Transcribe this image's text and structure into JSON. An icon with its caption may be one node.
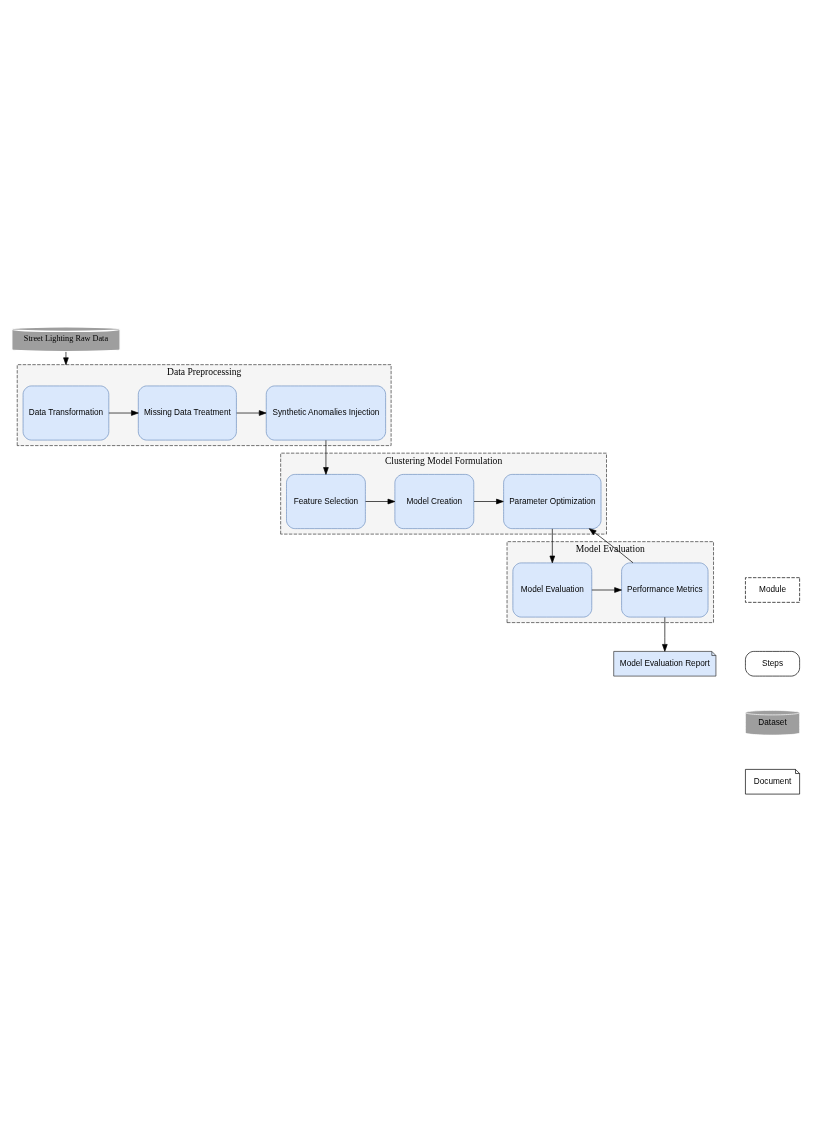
{
  "diagram": {
    "nodes": [
      {
        "text": [
          "Street Lighting Raw Data"
        ]
      },
      {
        "text": [
          "Data Preprocessing"
        ]
      },
      {
        "text": [
          "Data Transformation"
        ],
        "in": 1
      },
      {
        "text": [
          "Missing Data Treatment"
        ],
        "in": 1
      },
      {
        "text": [
          "Synthetic Anomalies Injection"
        ],
        "in": 1
      },
      {
        "text": [
          "Clustering Model Formulation"
        ]
      },
      {
        "text": [
          "Feature Selection"
        ],
        "in": 5
      },
      {
        "text": [
          "Model Creation"
        ],
        "in": 5
      },
      {
        "text": [
          "Parameter Optimization"
        ],
        "in": 5
      },
      {
        "text": [
          "Model Evaluation"
        ]
      },
      {
        "text": [
          "Model Evaluation"
        ],
        "in": 9
      },
      {
        "text": [
          "Performance Metrics"
        ],
        "in": 9
      },
      {
        "text": [
          "Model Evaluation Report"
        ]
      }
    ],
    "edges": [
      {
        "from": 0,
        "to": 1,
        "arrow": "to"
      },
      {
        "from": 2,
        "to": 3,
        "arrow": "to"
      },
      {
        "from": 3,
        "to": 4,
        "arrow": "to"
      },
      {
        "from": 4,
        "to": 6,
        "arrow": "to"
      },
      {
        "from": 6,
        "to": 7,
        "arrow": "to"
      },
      {
        "from": 7,
        "to": 8,
        "arrow": "to"
      },
      {
        "from": 8,
        "to": 10,
        "arrow": "to"
      },
      {
        "from": 10,
        "to": 11,
        "arrow": "to"
      },
      {
        "from": 11,
        "to": 8,
        "arrow": "to"
      },
      {
        "from": 11,
        "to": 12,
        "arrow": "to"
      }
    ],
    "legend": [
      {
        "text": "Module"
      },
      {
        "text": "Steps"
      },
      {
        "text": "Dataset"
      },
      {
        "text": "Document"
      }
    ]
  }
}
